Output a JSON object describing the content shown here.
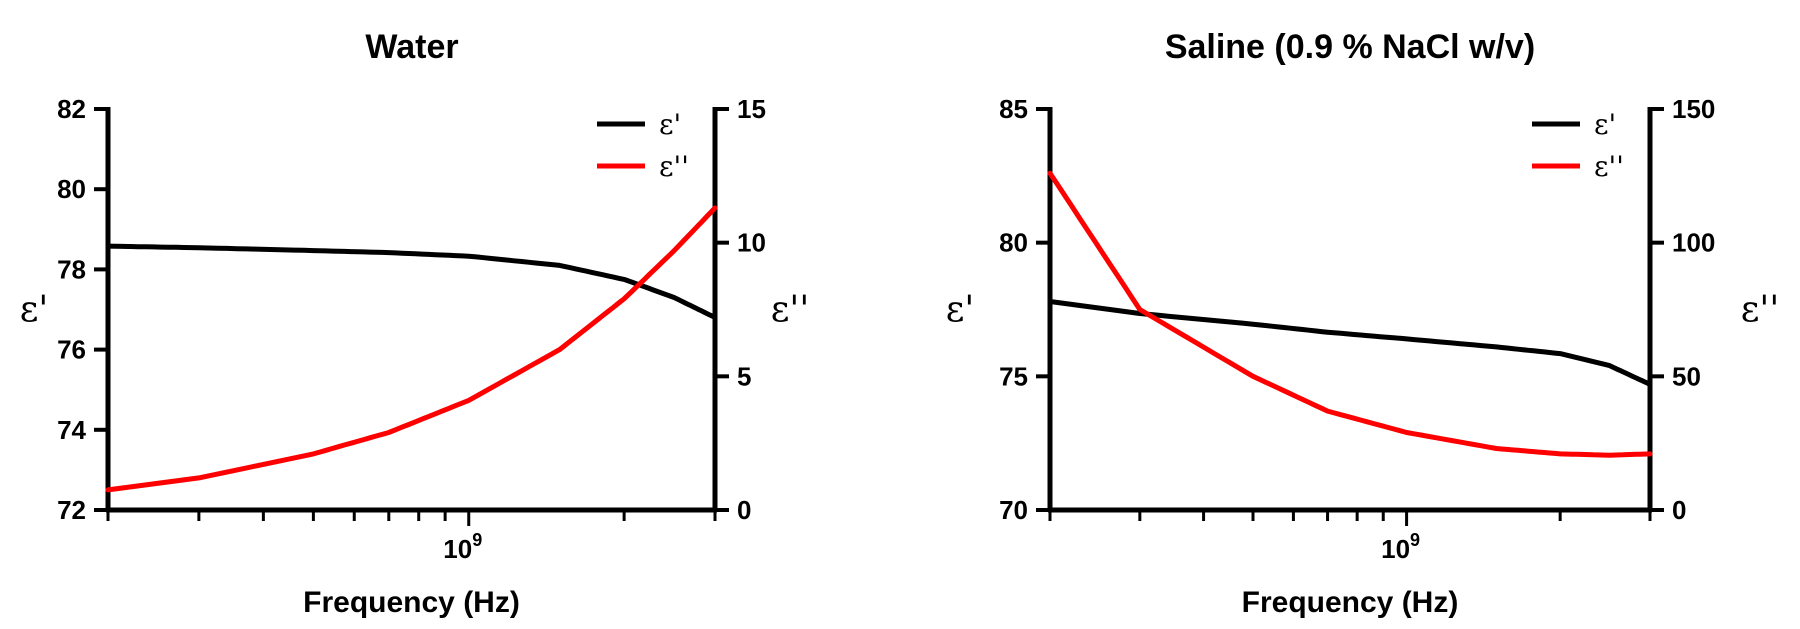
{
  "chart_data": [
    {
      "type": "line",
      "title": "Water",
      "xlabel": "Frequency (Hz)",
      "ylabel_left": "ε'",
      "ylabel_right": "ε''",
      "x_scale": "log",
      "xlim": [
        200000000,
        3000000000
      ],
      "x_tick_label": {
        "base": "10",
        "exp": "9"
      },
      "ylim_left": [
        72,
        82
      ],
      "yticks_left": [
        "72",
        "74",
        "76",
        "78",
        "80",
        "82"
      ],
      "ylim_right": [
        0,
        15
      ],
      "yticks_right": [
        "0",
        "5",
        "10",
        "15"
      ],
      "legend_position": "top-right",
      "series": [
        {
          "name": "ε'",
          "color": "#000000",
          "axis": "left",
          "x": [
            200000000,
            300000000,
            500000000,
            700000000,
            1000000000,
            1500000000,
            2000000000,
            2500000000,
            3000000000
          ],
          "y": [
            78.58,
            78.54,
            78.47,
            78.42,
            78.33,
            78.1,
            77.75,
            77.3,
            76.8
          ]
        },
        {
          "name": "ε''",
          "color": "#ff0000",
          "axis": "right",
          "x": [
            200000000,
            300000000,
            500000000,
            700000000,
            1000000000,
            1500000000,
            2000000000,
            2500000000,
            3000000000
          ],
          "y": [
            0.75,
            1.2,
            2.1,
            2.9,
            4.1,
            6.0,
            7.9,
            9.7,
            11.3
          ]
        }
      ]
    },
    {
      "type": "line",
      "title": "Saline (0.9 % NaCl w/v)",
      "xlabel": "Frequency (Hz)",
      "ylabel_left": "ε'",
      "ylabel_right": "ε''",
      "x_scale": "log",
      "xlim": [
        200000000,
        3000000000
      ],
      "x_tick_label": {
        "base": "10",
        "exp": "9"
      },
      "ylim_left": [
        70,
        85
      ],
      "yticks_left": [
        "70",
        "75",
        "80",
        "85"
      ],
      "ylim_right": [
        0,
        150
      ],
      "yticks_right": [
        "0",
        "50",
        "100",
        "150"
      ],
      "legend_position": "top-right",
      "series": [
        {
          "name": "ε'",
          "color": "#000000",
          "axis": "left",
          "x": [
            200000000,
            300000000,
            500000000,
            700000000,
            1000000000,
            1500000000,
            2000000000,
            2500000000,
            3000000000
          ],
          "y": [
            77.8,
            77.35,
            76.95,
            76.65,
            76.4,
            76.1,
            75.85,
            75.4,
            74.7
          ]
        },
        {
          "name": "ε''",
          "color": "#ff0000",
          "axis": "right",
          "x": [
            200000000,
            300000000,
            500000000,
            700000000,
            1000000000,
            1500000000,
            2000000000,
            2500000000,
            3000000000
          ],
          "y": [
            126,
            75,
            50,
            37,
            29,
            23,
            21,
            20.5,
            21
          ]
        }
      ]
    }
  ]
}
